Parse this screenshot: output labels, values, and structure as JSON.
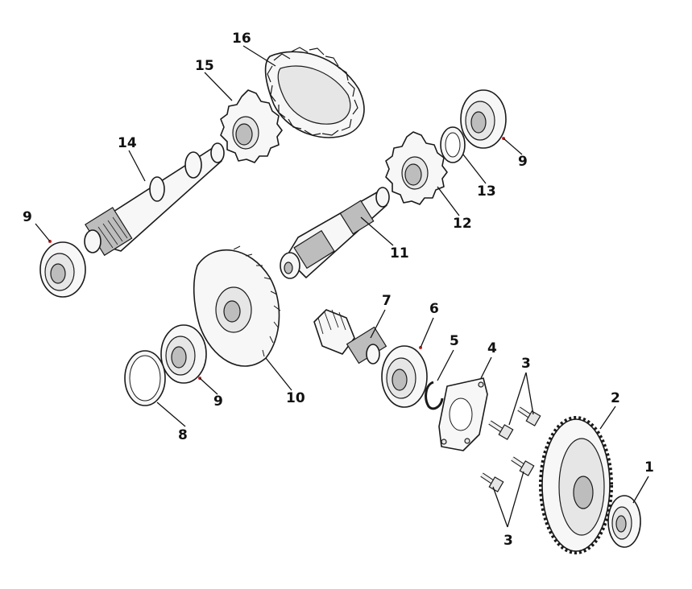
{
  "callouts": [
    "1",
    "2",
    "3",
    "3",
    "4",
    "5",
    "6",
    "7",
    "8",
    "9",
    "9",
    "9",
    "10",
    "11",
    "12",
    "13",
    "14",
    "15",
    "16"
  ],
  "colors": {
    "outline": "#1a1a1a",
    "fill": "#f7f7f7",
    "marker": "#c62828"
  }
}
